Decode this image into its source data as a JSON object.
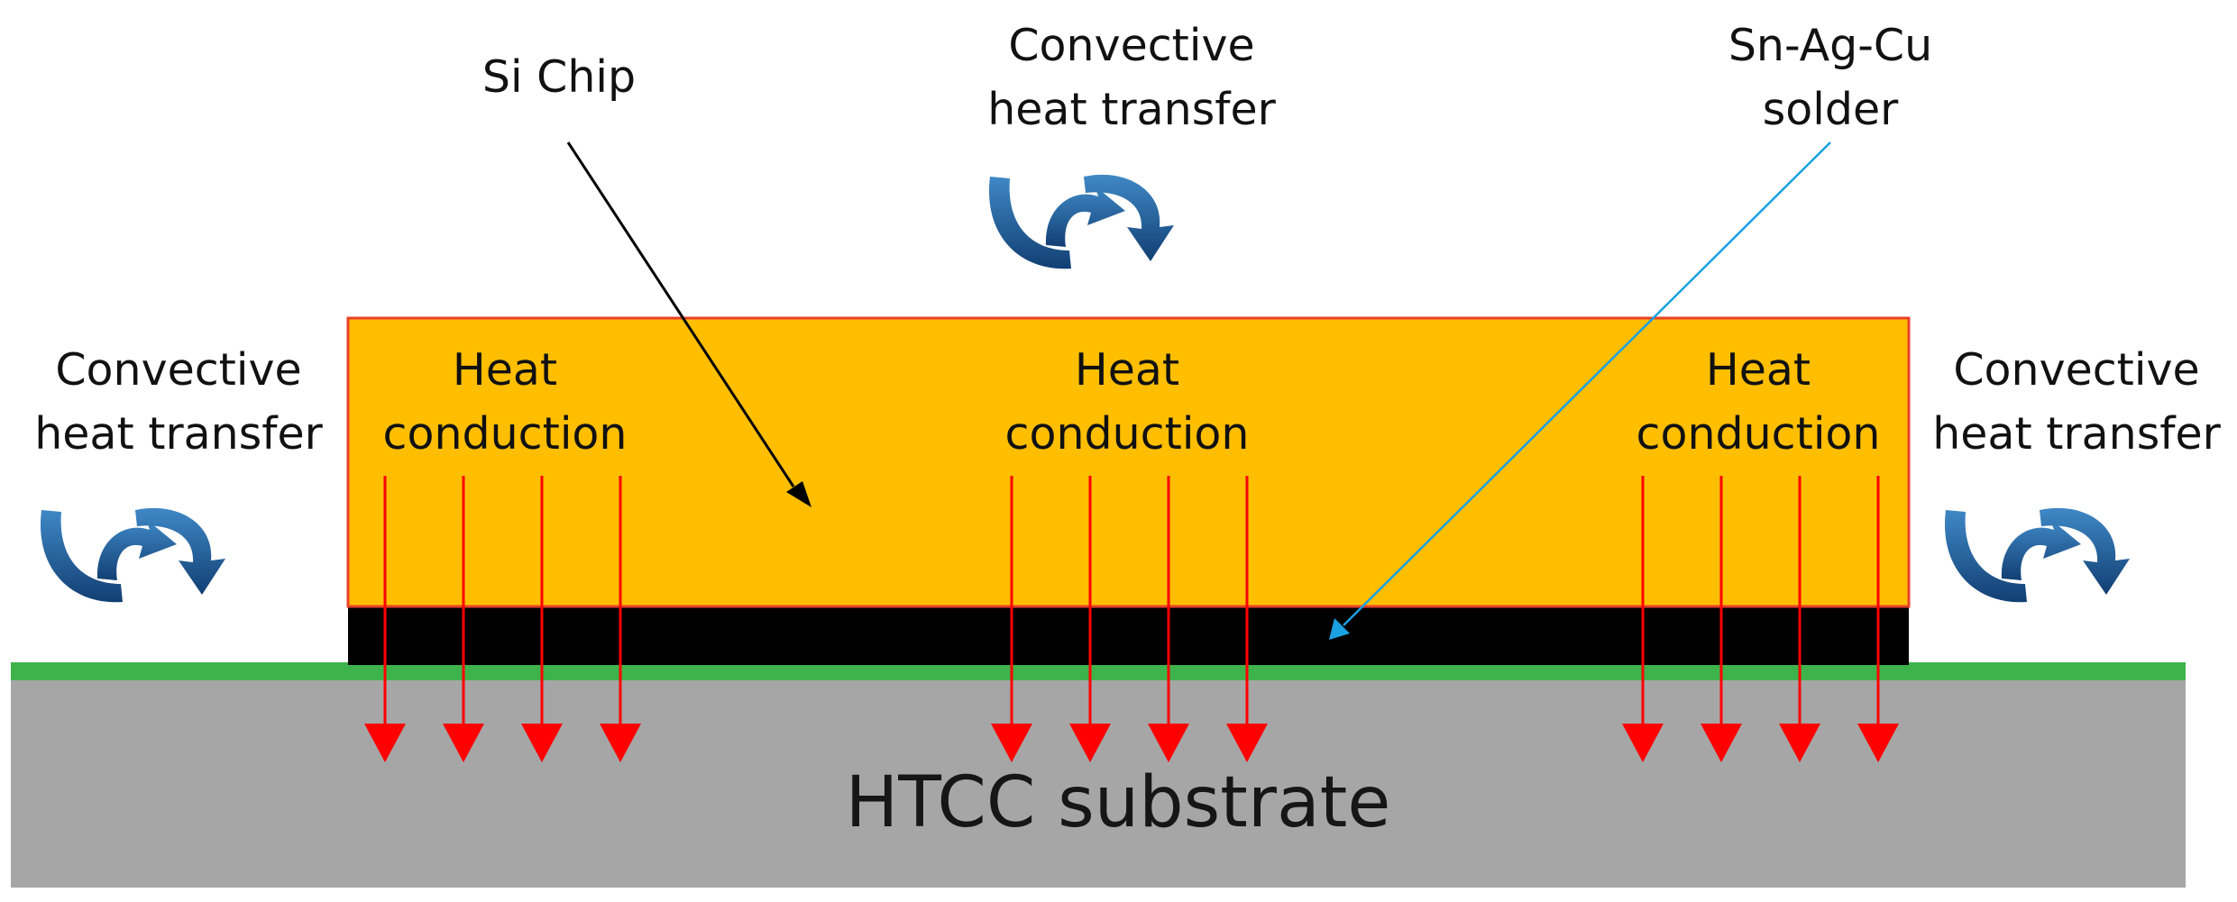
{
  "labels": {
    "si_chip": "Si Chip",
    "solder": [
      "Sn-Ag-Cu",
      "solder"
    ],
    "convective_top": [
      "Convective",
      "heat transfer"
    ],
    "convective_left": [
      "Convective",
      "heat transfer"
    ],
    "convective_right": [
      "Convective",
      "heat transfer"
    ],
    "heat_conduction_left": [
      "Heat",
      "conduction"
    ],
    "heat_conduction_center": [
      "Heat",
      "conduction"
    ],
    "heat_conduction_right": [
      "Heat",
      "conduction"
    ],
    "substrate": "HTCC substrate"
  },
  "icons": {
    "convective": "circular-arrows-icon",
    "conduction": "down-arrow-icon"
  },
  "colors": {
    "chip": "#ffbe00",
    "chip_outline": "#e8422a",
    "solder": "#000000",
    "substrate": "#a6a6a6",
    "substrate_top": "#3fb34b",
    "conduction_arrow": "#ff0000",
    "convective_arrow": "#1e5fa0",
    "chip_pointer": "#000000",
    "solder_pointer": "#1ba0e2"
  }
}
